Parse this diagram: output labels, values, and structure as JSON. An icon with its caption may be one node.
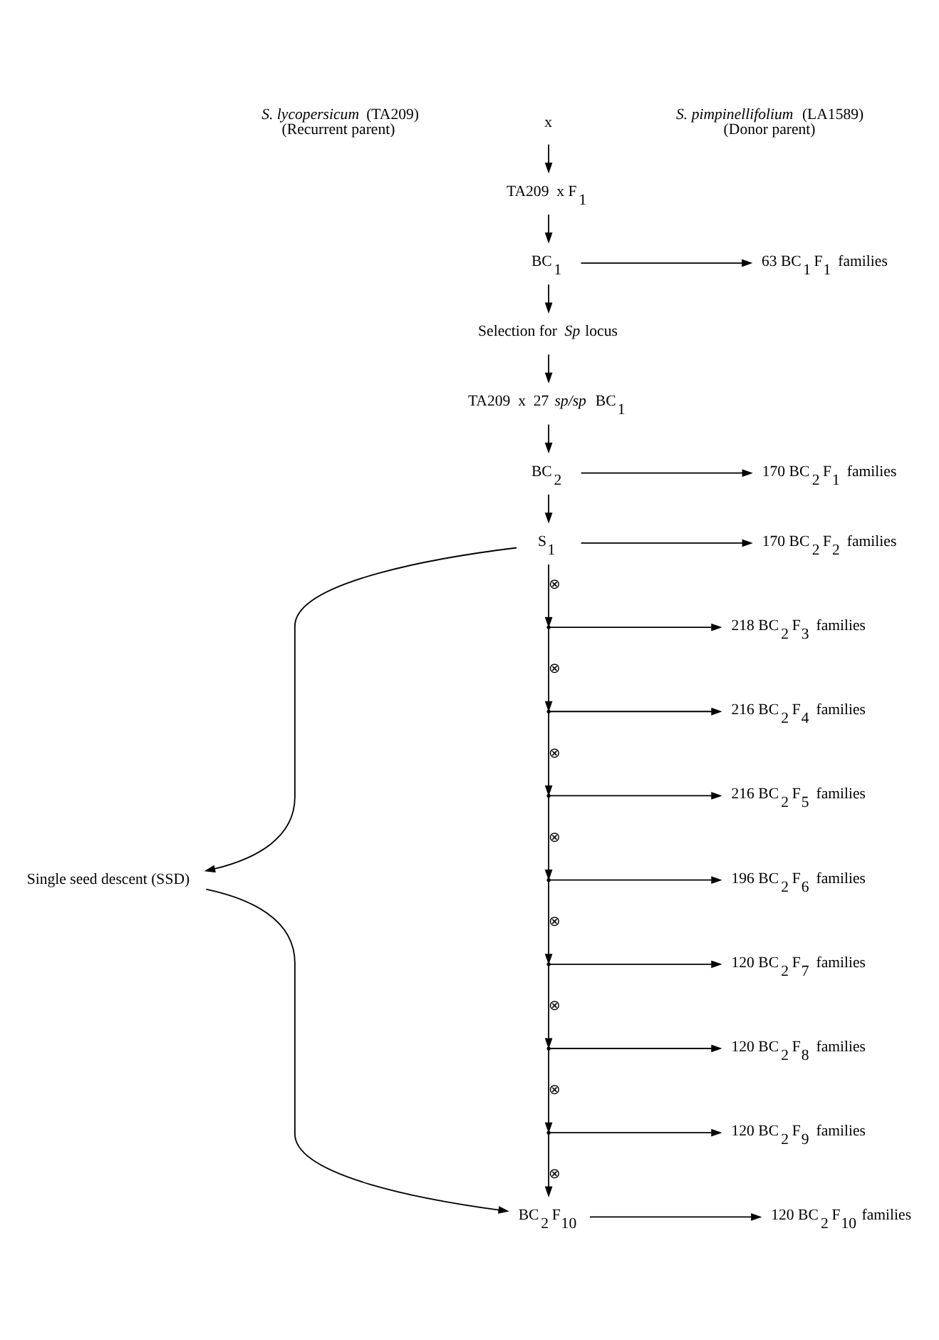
{
  "diagram": {
    "nodes": [
      {
        "text": [
          "*S. lycopersicum* (TA209)"
        ],
        "beside": [
          "(Recurrent parent)"
        ]
      },
      {
        "text": [
          "x"
        ]
      },
      {
        "text": [
          "*S. pimpinellifolium* (LA1589)"
        ],
        "beside": [
          "(Donor parent)"
        ]
      },
      {
        "text": [
          "TA209  x F$_{1}$"
        ]
      },
      {
        "text": [
          "BC$_{1}$"
        ]
      },
      {
        "text": [
          "63 BC$_{1}$F$_{1}$ families"
        ]
      },
      {
        "text": [
          "Selection for *Sp* locus"
        ]
      },
      {
        "text": [
          "TA209  x  27 *sp/sp*  BC$_{1}$"
        ]
      },
      {
        "text": [
          "BC$_{2}$"
        ]
      },
      {
        "text": [
          "170 BC$_{2}$F$_{1}$ families"
        ]
      },
      {
        "text": [
          "S$_{1}$"
        ]
      },
      {
        "text": [
          "170 BC$_{2}$F$_{2}$ families"
        ]
      },
      {
        "text": [],
        "shape": "point"
      },
      {
        "text": [
          "218 BC$_{2}$F$_{3}$ families"
        ]
      },
      {
        "text": [],
        "shape": "point"
      },
      {
        "text": [
          "216 BC$_{2}$F$_{4}$ families"
        ]
      },
      {
        "text": [],
        "shape": "point"
      },
      {
        "text": [
          "216 BC$_{2}$F$_{5}$ families"
        ]
      },
      {
        "text": [],
        "shape": "point"
      },
      {
        "text": [
          "196 BC$_{2}$F$_{6}$ families"
        ]
      },
      {
        "text": [],
        "shape": "point"
      },
      {
        "text": [
          "120 BC$_{2}$F$_{7}$ families"
        ]
      },
      {
        "text": [],
        "shape": "point"
      },
      {
        "text": [
          "120 BC$_{2}$F$_{8}$ families"
        ]
      },
      {
        "text": [],
        "shape": "point"
      },
      {
        "text": [
          "120 BC$_{2}$F$_{9}$ families"
        ]
      },
      {
        "text": [
          "Single seed descent (SSD)"
        ]
      },
      {
        "text": [
          "BC$_{2}$F$_{10}$"
        ]
      },
      {
        "text": [
          "120 BC$_{2}$F$_{10}$ families"
        ]
      }
    ],
    "edges": [
      {
        "from": 1,
        "to": 3,
        "arrow": "to"
      },
      {
        "from": 3,
        "to": 4,
        "arrow": "to"
      },
      {
        "from": 4,
        "to": 5,
        "arrow": "to"
      },
      {
        "from": 4,
        "to": 6,
        "arrow": "to"
      },
      {
        "from": 6,
        "to": 7,
        "arrow": "to"
      },
      {
        "from": 7,
        "to": 8,
        "arrow": "to"
      },
      {
        "from": 8,
        "to": 9,
        "arrow": "to"
      },
      {
        "from": 8,
        "to": 10,
        "arrow": "to"
      },
      {
        "from": 10,
        "to": 11,
        "arrow": "to"
      },
      {
        "from": 10,
        "to": 12,
        "arrow": "to",
        "label": "⊗"
      },
      {
        "from": 12,
        "to": 13,
        "arrow": "to"
      },
      {
        "from": 12,
        "to": 14,
        "arrow": "to",
        "label": "⊗"
      },
      {
        "from": 14,
        "to": 15,
        "arrow": "to"
      },
      {
        "from": 14,
        "to": 16,
        "arrow": "to",
        "label": "⊗"
      },
      {
        "from": 16,
        "to": 17,
        "arrow": "to"
      },
      {
        "from": 16,
        "to": 18,
        "arrow": "to",
        "label": "⊗"
      },
      {
        "from": 18,
        "to": 19,
        "arrow": "to"
      },
      {
        "from": 18,
        "to": 20,
        "arrow": "to",
        "label": "⊗"
      },
      {
        "from": 20,
        "to": 21,
        "arrow": "to"
      },
      {
        "from": 20,
        "to": 22,
        "arrow": "to",
        "label": "⊗"
      },
      {
        "from": 22,
        "to": 23,
        "arrow": "to"
      },
      {
        "from": 22,
        "to": 24,
        "arrow": "to",
        "label": "⊗"
      },
      {
        "from": 24,
        "to": 25,
        "arrow": "to"
      },
      {
        "from": 24,
        "to": 27,
        "arrow": "to",
        "label": "⊗"
      },
      {
        "from": 27,
        "to": 28,
        "arrow": "to"
      },
      {
        "from": 10,
        "to": 26,
        "arrow": "to"
      },
      {
        "from": 26,
        "to": 27,
        "arrow": "to"
      }
    ]
  }
}
